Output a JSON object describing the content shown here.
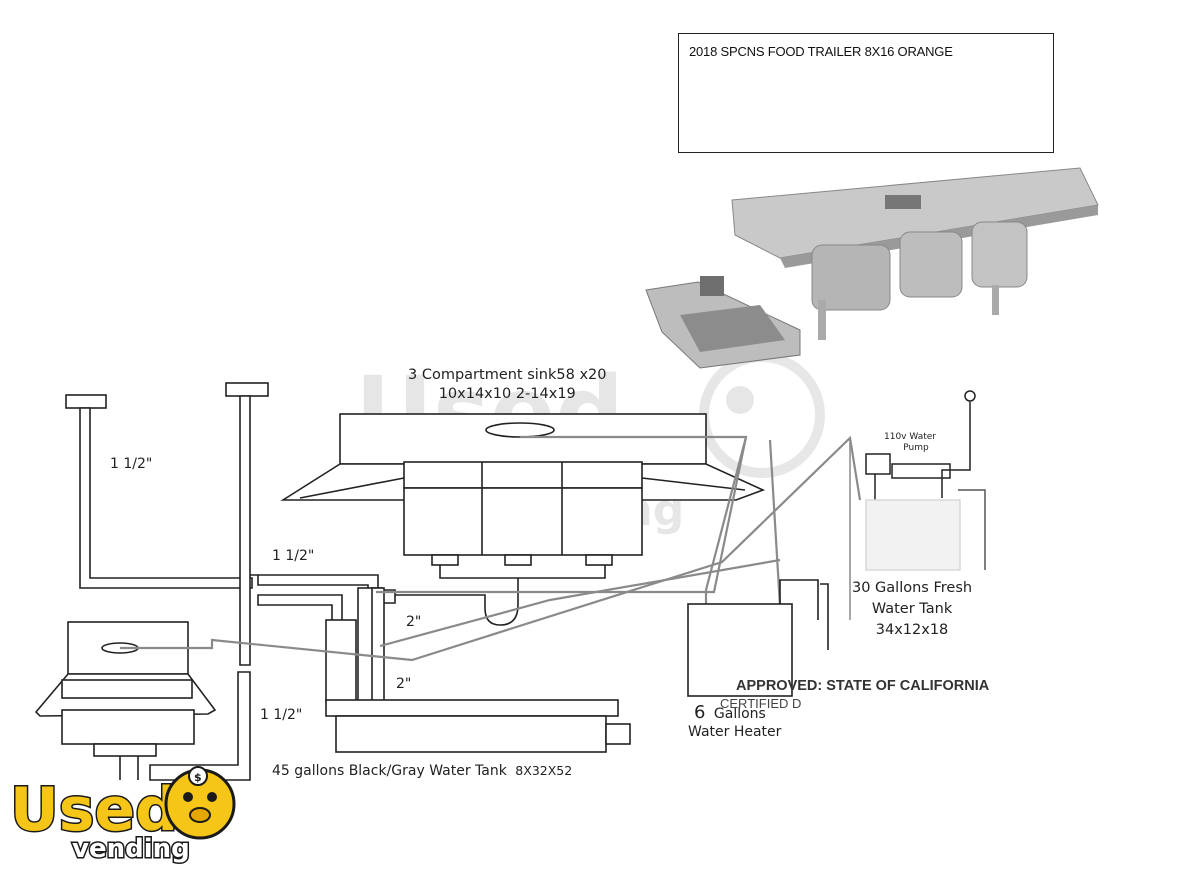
{
  "title_box": {
    "text": "2018 SPCNS FOOD TRAILER 8X16 ORANGE"
  },
  "labels": {
    "three_comp_sink_line1": "3 Compartment sink58 x20",
    "three_comp_sink_line2": "10x14x10 2-14x19",
    "pipe_vent_left": "1 1/2\"",
    "pipe_mid": "1 1/2\"",
    "pipe_2in_a": "2\"",
    "pipe_2in_b": "2\"",
    "pipe_hand_sink": "1 1/2\"",
    "waste_tank": "45 gallons Black/Gray Water Tank",
    "waste_tank_size": "8X32X52",
    "fresh_tank_line1": "30 Gallons Fresh",
    "fresh_tank_line2": "Water Tank",
    "fresh_tank_line3": "34x12x18",
    "pump_line1": "110v Water",
    "pump_line2": "Pump",
    "heater_number": "6",
    "heater_line1": "Gallons",
    "heater_line2": "Water Heater"
  },
  "stamp": {
    "approved": "APPROVED: STATE OF CALIFORNIA",
    "certified": "CERTIFIED D"
  },
  "logo": {
    "word1": "Used",
    "word2": "vending",
    "brand_color": "#f5c518"
  },
  "watermark": {
    "word1": "Used",
    "word2": "vending"
  }
}
